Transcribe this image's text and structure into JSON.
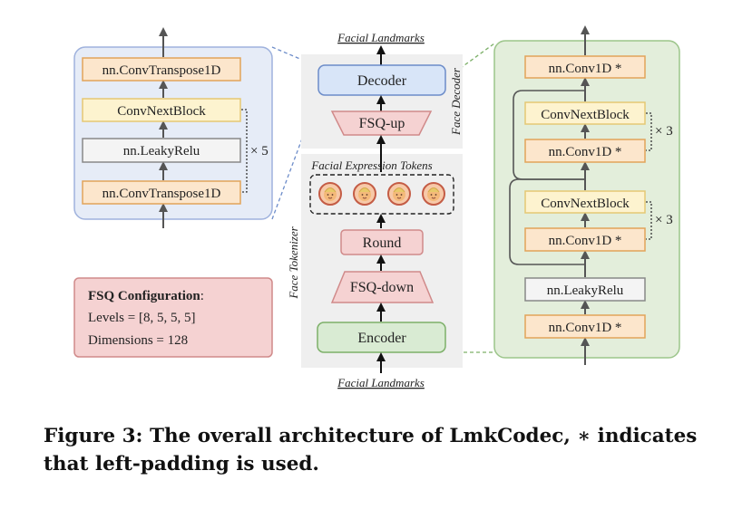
{
  "colors": {
    "blue_panel_fill": "#e6ecf7",
    "blue_panel_stroke": "#9fb2dd",
    "green_panel_fill": "#e3eedb",
    "green_panel_stroke": "#9cc58a",
    "orange_fill": "#fce6cc",
    "orange_stroke": "#e2a45a",
    "yellow_fill": "#fdf3cf",
    "yellow_stroke": "#e5c874",
    "pink_fill": "#f5d2d2",
    "pink_stroke": "#d08a8a",
    "gray_panel": "#efefef",
    "arrow": "#555555",
    "decoder_fill": "#d8e5f8",
    "decoder_stroke": "#6c8cc9",
    "encoder_fill": "#d9ebd3",
    "encoder_stroke": "#7db069"
  },
  "left_panel": {
    "block_top": "nn.ConvTranspose1D",
    "block_convnext": "ConvNextBlock",
    "block_relu": "nn.LeakyRelu",
    "block_bottom": "nn.ConvTranspose1D",
    "repeat_label": "× 5"
  },
  "center": {
    "top_label": "Facial Landmarks",
    "decoder": "Decoder",
    "fsq_up": "FSQ-up",
    "face_decoder_label": "Face Decoder",
    "tokens_label": "Facial Expression Tokens",
    "token_icon": "baby-face-emoji",
    "token_count": 4,
    "round": "Round",
    "fsq_down": "FSQ-down",
    "encoder": "Encoder",
    "face_tokenizer_label": "Face Tokenizer",
    "bottom_label": "Facial Landmarks"
  },
  "fsq_config": {
    "title": "FSQ Configuration",
    "title_suffix": ":",
    "levels": "Levels = [8, 5, 5, 5]",
    "dimensions": "Dimensions = 128"
  },
  "right_panel": {
    "block_top": "nn.Conv1D *",
    "block_convnext1": "ConvNextBlock",
    "block_conv1": "nn.Conv1D *",
    "repeat1": "× 3",
    "block_convnext2": "ConvNextBlock",
    "block_conv2": "nn.Conv1D *",
    "repeat2": "× 3",
    "block_relu": "nn.LeakyRelu",
    "block_bottom": "nn.Conv1D *"
  },
  "caption": "Figure 3: The overall architecture of LmkCodec, ∗ indicates that left-padding is used."
}
